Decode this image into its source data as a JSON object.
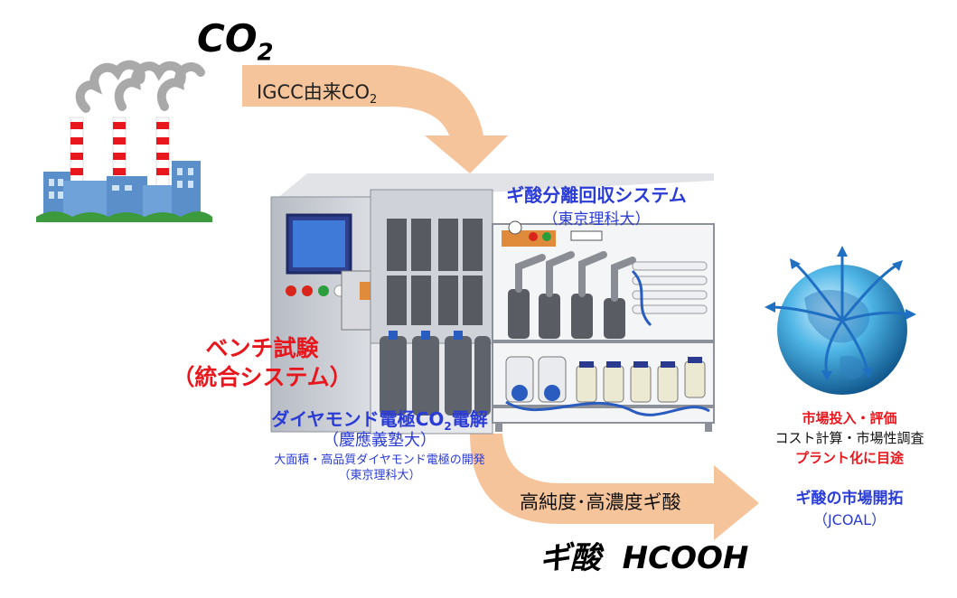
{
  "source": {
    "title_main": "CO",
    "title_sub": "2",
    "arrow_label_main": "IGCC由来CO",
    "arrow_label_sub": "2"
  },
  "separation": {
    "title": "ギ酸分離回収システム",
    "org": "（東京理科大）"
  },
  "bench": {
    "line1": "ベンチ試験",
    "line2": "（統合システム）"
  },
  "electrolysis": {
    "title_pre": "ダイヤモンド電極CO",
    "title_sub": "2",
    "title_post": "電解",
    "org": "（慶應義塾大）",
    "dev": "大面積・高品質ダイヤモンド電極の開発",
    "dev_org": "（東京理科大）"
  },
  "product": {
    "arrow_label": "高純度･高濃度ギ酸",
    "name": "ギ酸  HCOOH"
  },
  "market": {
    "line1": "市場投入・評価",
    "line2": "コスト計算・市場性調査",
    "line3": "プラント化に目途",
    "title": "ギ酸の市場開拓",
    "org": "（JCOAL）"
  },
  "colors": {
    "arrow": "#f6c49b",
    "blue_text": "#2a3bd6",
    "red_text": "#e8171d",
    "cabinet": "#c9ccd3",
    "cabinet_dark": "#8c9099"
  },
  "icons": [
    "factory-icon",
    "globe-icon",
    "plant-equipment-illustration"
  ]
}
